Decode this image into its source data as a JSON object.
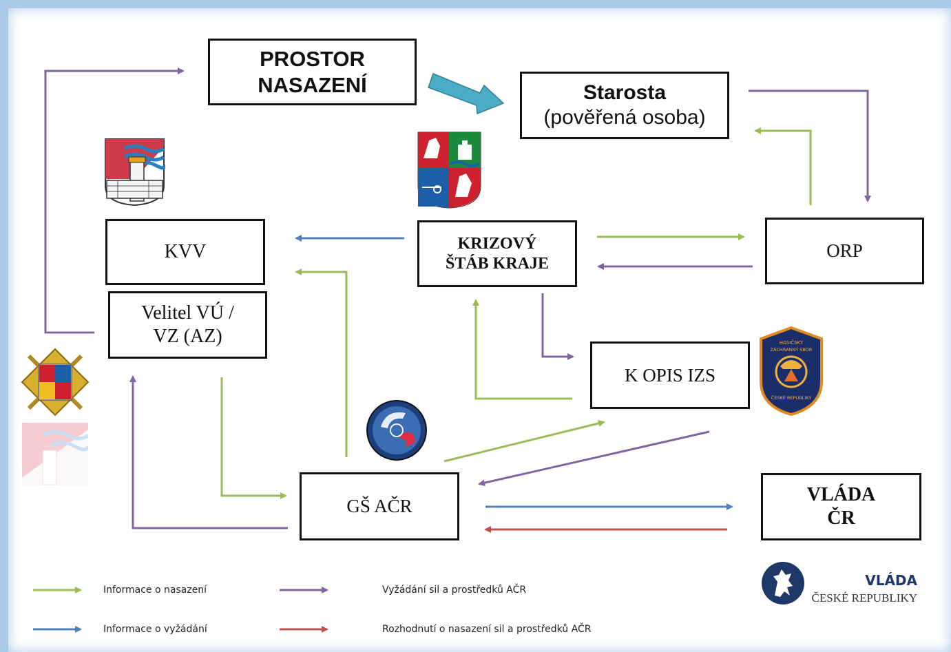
{
  "boxes": {
    "prostor": "PROSTOR\nNASAZENÍ",
    "starosta_title": "Starosta",
    "starosta_sub": "(pověřená osoba)",
    "kvv": "KVV",
    "velitel": "Velitel VÚ /\nVZ (AZ)",
    "krizovy": "KRIZOVÝ\nŠTÁB KRAJE",
    "orp": "ORP",
    "kopis": "K OPIS IZS",
    "gs": "GŠ AČR",
    "vlada": "VLÁDA\nČR"
  },
  "legend": {
    "green": "Informace o nasazení",
    "purple": "Vyžádání sil a prostředků AČR",
    "blue": "Informace o vyžádání",
    "red": "Rozhodnutí o nasazení sil a prostředků AČR"
  },
  "logo": {
    "line1": "VLÁDA",
    "line2": "ČESKÉ REPUBLIKY"
  },
  "hzs_emblem": {
    "line1": "HASIČSKÝ",
    "line2": "ZÁCHRANNÝ SBOR",
    "line3": "ČESKÉ REPUBLIKY"
  },
  "colors": {
    "green": "#9bbb59",
    "purple": "#8064a2",
    "blue": "#4f81bd",
    "red": "#c0504d",
    "teal": "#4bacc6"
  }
}
